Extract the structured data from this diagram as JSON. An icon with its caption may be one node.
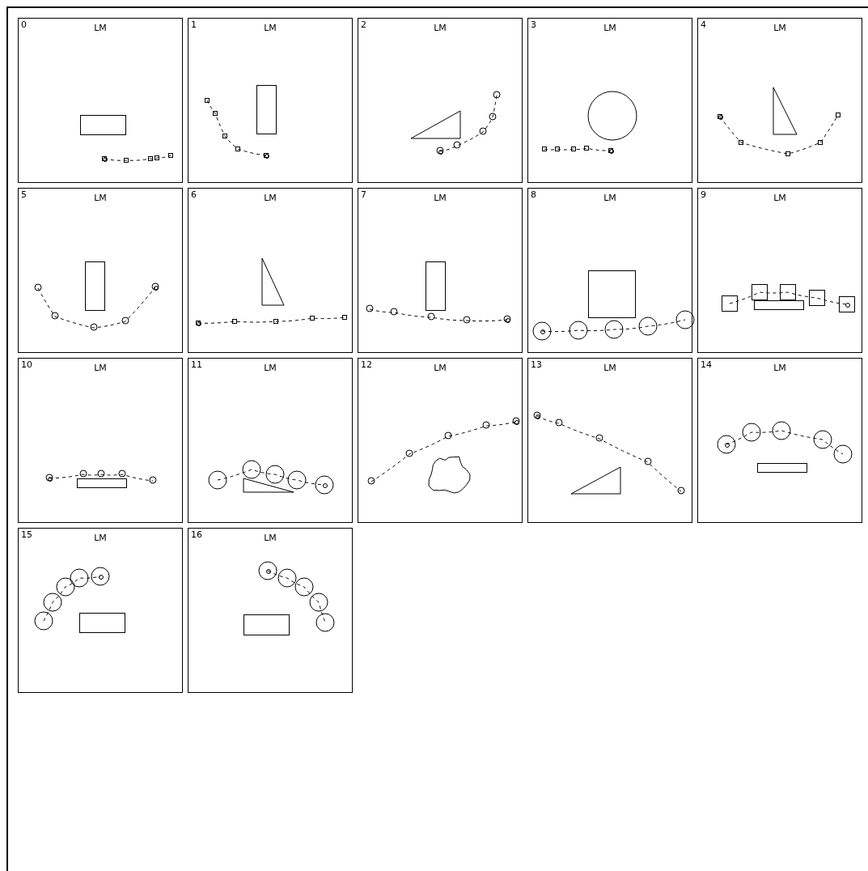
{
  "diagram": {
    "nodes": [
      {
        "text": [
          "0",
          "LM"
        ]
      },
      {
        "text": [
          "1",
          "LM"
        ]
      },
      {
        "text": [
          "2",
          "LM"
        ]
      },
      {
        "text": [
          "3",
          "LM"
        ]
      },
      {
        "text": [
          "4",
          "LM"
        ]
      },
      {
        "text": [
          "5",
          "LM"
        ]
      },
      {
        "text": [
          "6",
          "LM"
        ]
      },
      {
        "text": [
          "7",
          "LM"
        ]
      },
      {
        "text": [
          "8",
          "LM"
        ]
      },
      {
        "text": [
          "9",
          "LM"
        ]
      },
      {
        "text": [
          "10",
          "LM"
        ]
      },
      {
        "text": [
          "11",
          "LM"
        ]
      },
      {
        "text": [
          "12",
          "LM"
        ]
      },
      {
        "text": [
          "13",
          "LM"
        ]
      },
      {
        "text": [
          "14",
          "LM"
        ]
      },
      {
        "text": [
          "15",
          "LM"
        ]
      },
      {
        "text": [
          "16",
          "LM"
        ]
      }
    ]
  }
}
